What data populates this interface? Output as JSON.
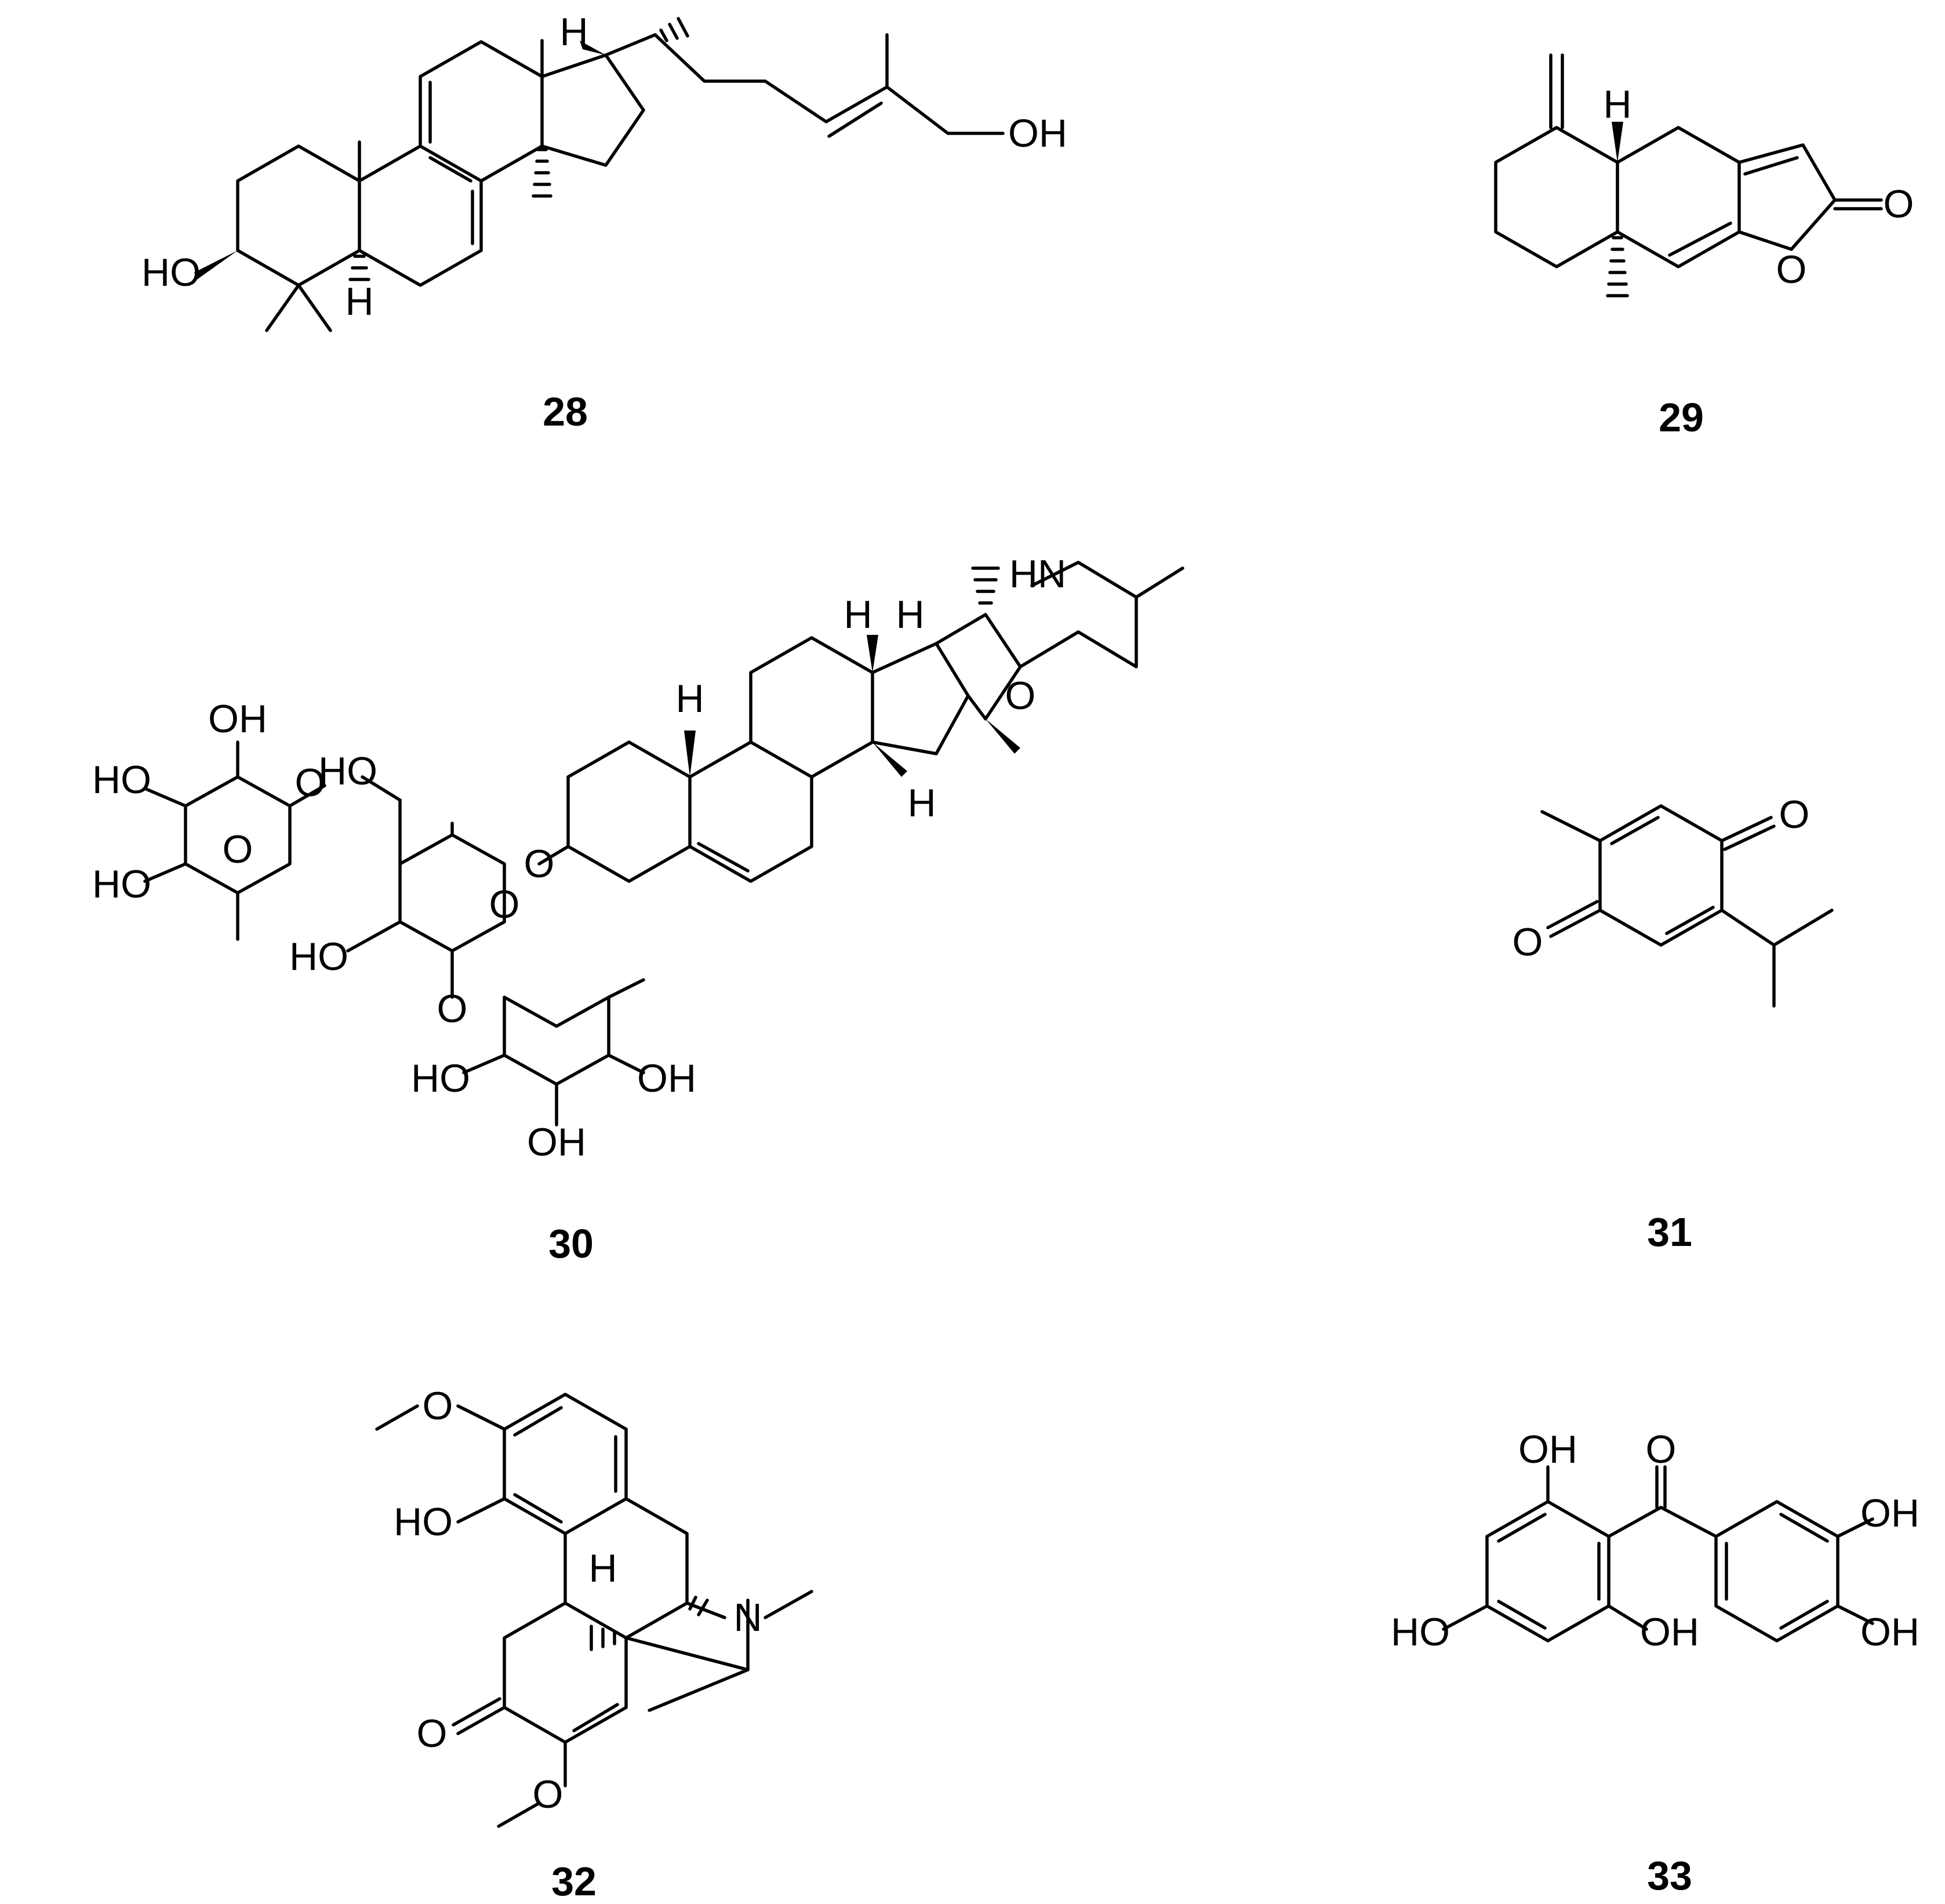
{
  "compounds": [
    {
      "id": "28",
      "label": "28",
      "atoms": [
        "H",
        "OH",
        "HO",
        "H"
      ]
    },
    {
      "id": "29",
      "label": "29",
      "atoms": [
        "H",
        "O",
        "O"
      ]
    },
    {
      "id": "30",
      "label": "30",
      "atoms": [
        "HN",
        "H",
        "H",
        "O",
        "H",
        "H",
        "HO",
        "OH",
        "HO",
        "O",
        "O",
        "HO",
        "O",
        "HO",
        "O",
        "O",
        "HO",
        "OH",
        "OH"
      ]
    },
    {
      "id": "31",
      "label": "31",
      "atoms": [
        "O",
        "O"
      ]
    },
    {
      "id": "32",
      "label": "32",
      "atoms": [
        "O",
        "HO",
        "H",
        "N",
        "O",
        "O"
      ]
    },
    {
      "id": "33",
      "label": "33",
      "atoms": [
        "OH",
        "O",
        "OH",
        "HO",
        "OH",
        "OH"
      ]
    }
  ]
}
